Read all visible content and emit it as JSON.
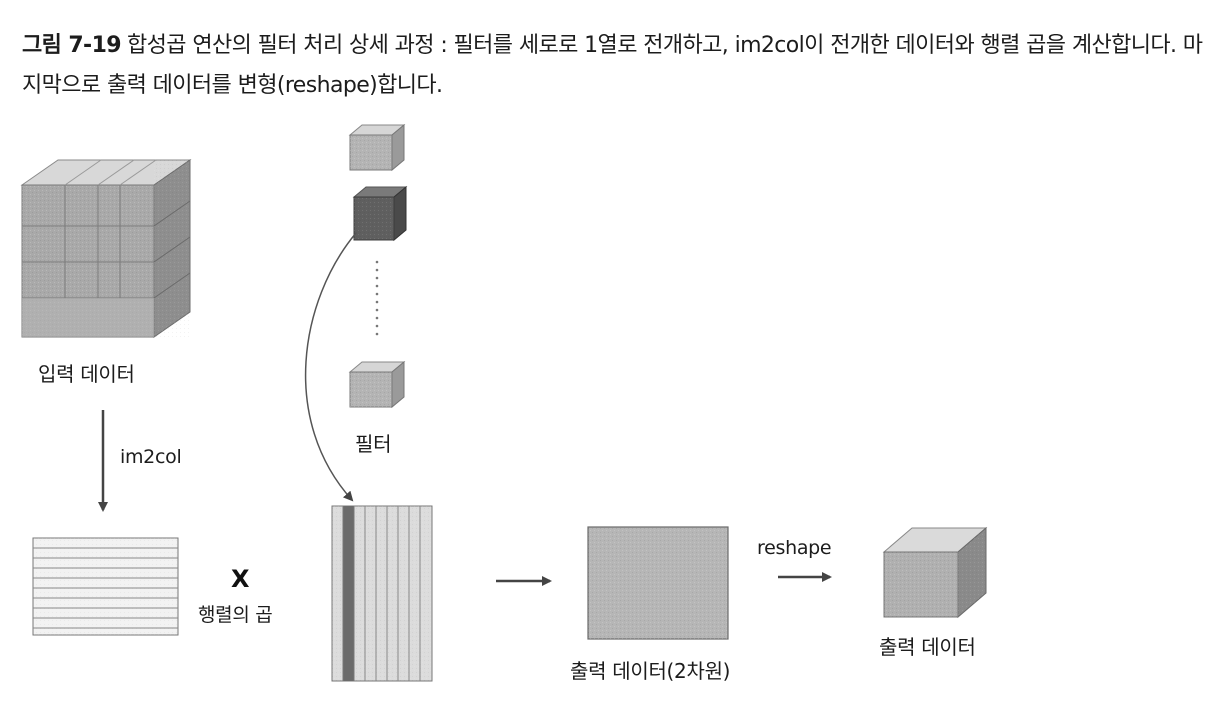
{
  "caption": {
    "figure_number": "그림 7-19",
    "text": "합성곱 연산의 필터 처리 상세 과정 : 필터를 세로로 1열로 전개하고, im2col이 전개한 데이터와 행렬 곱을 계산합니다. 마지막으로 출력 데이터를 변형(reshape)합니다."
  },
  "labels": {
    "input_data": "입력 데이터",
    "im2col": "im2col",
    "filter": "필터",
    "times": "X",
    "matmul": "행렬의 곱",
    "output_2d": "출력 데이터(2차원)",
    "reshape": "reshape",
    "output_data": "출력 데이터"
  }
}
